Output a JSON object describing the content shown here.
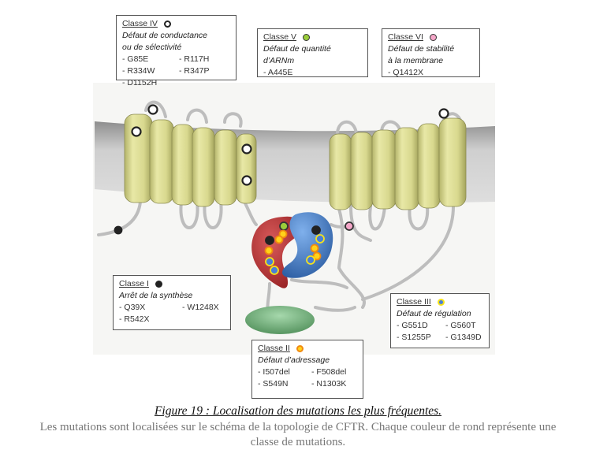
{
  "figure": {
    "title": "Figure 19 : Localisation des mutations les plus fréquentes.",
    "caption": "Les mutations sont localisées sur le schéma de la topologie de CFTR. Chaque couleur de rond représente une classe de mutations."
  },
  "diagram": {
    "subject": "CFTR topology",
    "structures": [
      "membrane",
      "transmembrane-domain-1",
      "transmembrane-domain-2",
      "nbd1",
      "nbd2",
      "r-domain"
    ],
    "colors": {
      "helix": "#d9d98a",
      "nbd1": "#c0393b",
      "nbd2": "#4a82c8",
      "r_domain": "#7dba85",
      "membrane": "#c8c8c8"
    }
  },
  "classes": [
    {
      "id": "classe-iv",
      "label": "Classe IV",
      "marker": "white circle, black outline",
      "marker_fill": "#ffffff",
      "marker_stroke": "#222222",
      "description": "Défaut de conductance ou de sélectivité",
      "description_lines": [
        "Défaut de conductance",
        "ou de sélectivité"
      ],
      "mutations": [
        "- G85E",
        "- R117H",
        "- R334W",
        "- R347P",
        "- D1152H"
      ]
    },
    {
      "id": "classe-v",
      "label": "Classe V",
      "marker": "green circle",
      "marker_fill": "#9acd3a",
      "marker_stroke": "#333333",
      "description": "Défaut de quantité d’ARNm",
      "description_lines": [
        "Défaut de quantité",
        "d’ARNm"
      ],
      "mutations": [
        "- A445E"
      ]
    },
    {
      "id": "classe-vi",
      "label": "Classe VI",
      "marker": "pink circle",
      "marker_fill": "#f4a6c8",
      "marker_stroke": "#333333",
      "description": "Défaut de stabilité à la membrane",
      "description_lines": [
        "Défaut de stabilité",
        "à la membrane"
      ],
      "mutations": [
        "- Q1412X"
      ]
    },
    {
      "id": "classe-i",
      "label": "Classe I",
      "marker": "black dot",
      "marker_fill": "#222222",
      "marker_stroke": "#222222",
      "description": "Arrêt de la synthèse",
      "description_lines": [
        "Arrêt de la synthèse"
      ],
      "mutations": [
        "- Q39X",
        "- W1248X",
        "- R542X"
      ]
    },
    {
      "id": "classe-iii",
      "label": "Classe III",
      "marker": "blue circle, yellow outline",
      "marker_fill": "#4a7fd8",
      "marker_stroke": "#f5e21a",
      "description": "Défaut de régulation",
      "description_lines": [
        "Défaut de régulation"
      ],
      "mutations": [
        "- G551D",
        "- G560T",
        "- S1255P",
        "- G1349D"
      ]
    },
    {
      "id": "classe-ii",
      "label": "Classe II",
      "marker": "yellow circle, orange outline",
      "marker_fill": "#ffd21a",
      "marker_stroke": "#f08a10",
      "description": "Défaut d’adressage",
      "description_lines": [
        "Défaut d’adressage"
      ],
      "mutations": [
        "- I507del",
        "- F508del",
        "- S549N",
        "- N1303K"
      ]
    }
  ]
}
